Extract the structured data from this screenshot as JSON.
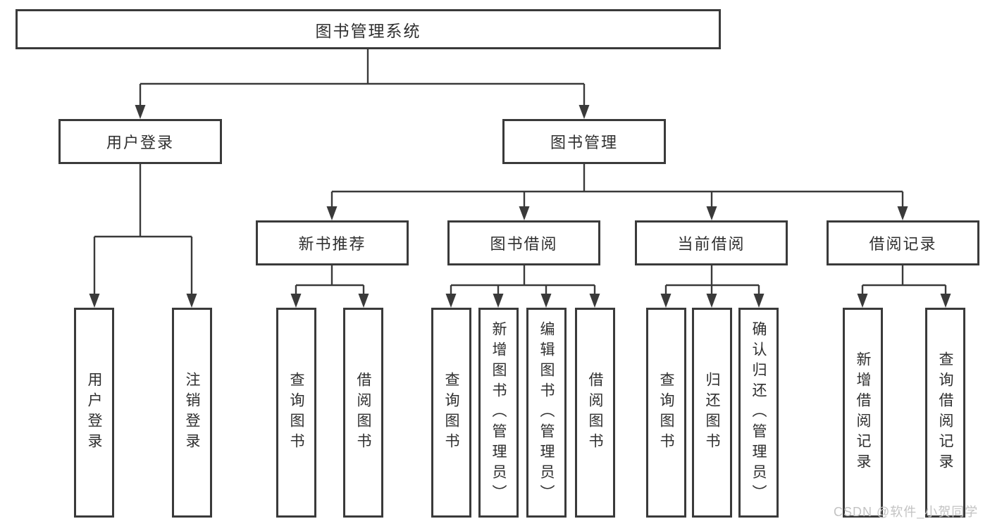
{
  "diagram": {
    "root": {
      "label": "图书管理系统"
    },
    "branches": [
      {
        "label": "用户登录",
        "leaves": [
          "用户登录",
          "注销登录"
        ]
      },
      {
        "label": "图书管理",
        "children": [
          {
            "label": "新书推荐",
            "leaves": [
              "查询图书",
              "借阅图书"
            ]
          },
          {
            "label": "图书借阅",
            "leaves": [
              "查询图书",
              "新增图书（管理员）",
              "编辑图书（管理员）",
              "借阅图书"
            ]
          },
          {
            "label": "当前借阅",
            "leaves": [
              "查询图书",
              "归还图书",
              "确认归还（管理员）"
            ]
          },
          {
            "label": "借阅记录",
            "leaves": [
              "新增借阅记录",
              "查询借阅记录"
            ]
          }
        ]
      }
    ]
  },
  "watermark": "CSDN @软件_小贺同学",
  "colors": {
    "line": "#3a3a3a",
    "box_border": "#3a3a3a",
    "box_fill": "#ffffff",
    "text": "#2f2f2f",
    "watermark": "#c3c3c3",
    "background": "#ffffff"
  }
}
